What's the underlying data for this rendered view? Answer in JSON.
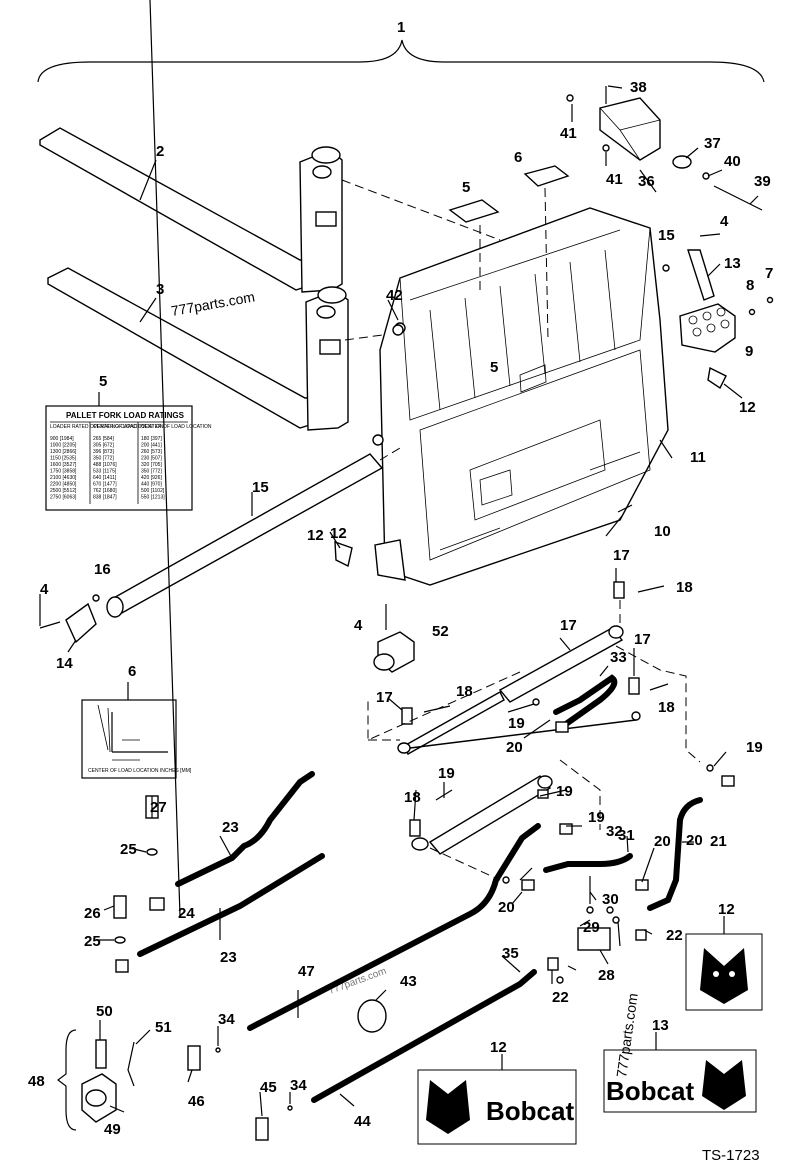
{
  "diagram": {
    "assembly_callout": "1",
    "drawing_number": "TS-1723",
    "watermarks": [
      "777parts.com",
      "777parts.com",
      "777parts.com"
    ],
    "callouts": [
      "2",
      "3",
      "4",
      "4",
      "4",
      "5",
      "5",
      "5",
      "6",
      "6",
      "7",
      "8",
      "9",
      "10",
      "11",
      "12",
      "12",
      "12",
      "12",
      "12",
      "13",
      "13",
      "14",
      "15",
      "15",
      "16",
      "17",
      "17",
      "17",
      "17",
      "18",
      "18",
      "18",
      "18",
      "19",
      "19",
      "19",
      "19",
      "19",
      "20",
      "20",
      "20",
      "20",
      "21",
      "22",
      "22",
      "23",
      "23",
      "24",
      "25",
      "25",
      "26",
      "27",
      "28",
      "29",
      "30",
      "31",
      "32",
      "33",
      "34",
      "34",
      "35",
      "36",
      "37",
      "38",
      "39",
      "40",
      "41",
      "41",
      "42",
      "43",
      "44",
      "45",
      "46",
      "47",
      "48",
      "49",
      "50",
      "51",
      "52"
    ],
    "decal_load_ratings": {
      "title": "PALLET FORK LOAD RATINGS",
      "columns": [
        "LOADER RATED OPERATING CAPACITY",
        "CENTER OF LOAD LOCATION",
        "CENTER OF LOAD LOCATION"
      ],
      "rows": [
        [
          "900 [1984]",
          "265 [584]",
          "180 [397]"
        ],
        [
          "1000 [2205]",
          "305 [672]",
          "200 [441]"
        ],
        [
          "1300 [2866]",
          "396 [873]",
          "260 [573]"
        ],
        [
          "1150 [2535]",
          "350 [772]",
          "230 [507]"
        ],
        [
          "1600 [3527]",
          "488 [1076]",
          "320 [705]"
        ],
        [
          "1750 [3858]",
          "533 [1175]",
          "350 [772]"
        ],
        [
          "2100 [4630]",
          "640 [1411]",
          "420 [926]"
        ],
        [
          "2200 [4850]",
          "670 [1477]",
          "440 [970]"
        ],
        [
          "2500 [5512]",
          "762 [1680]",
          "500 [1102]"
        ],
        [
          "2750 [6063]",
          "838 [1847]",
          "550 [1213]"
        ]
      ]
    },
    "decal_center_of_load": {
      "footer": "CENTER OF LOAD LOCATION INCHES [MM]"
    },
    "brand_decals": [
      "Bobcat",
      "Bobcat"
    ]
  }
}
